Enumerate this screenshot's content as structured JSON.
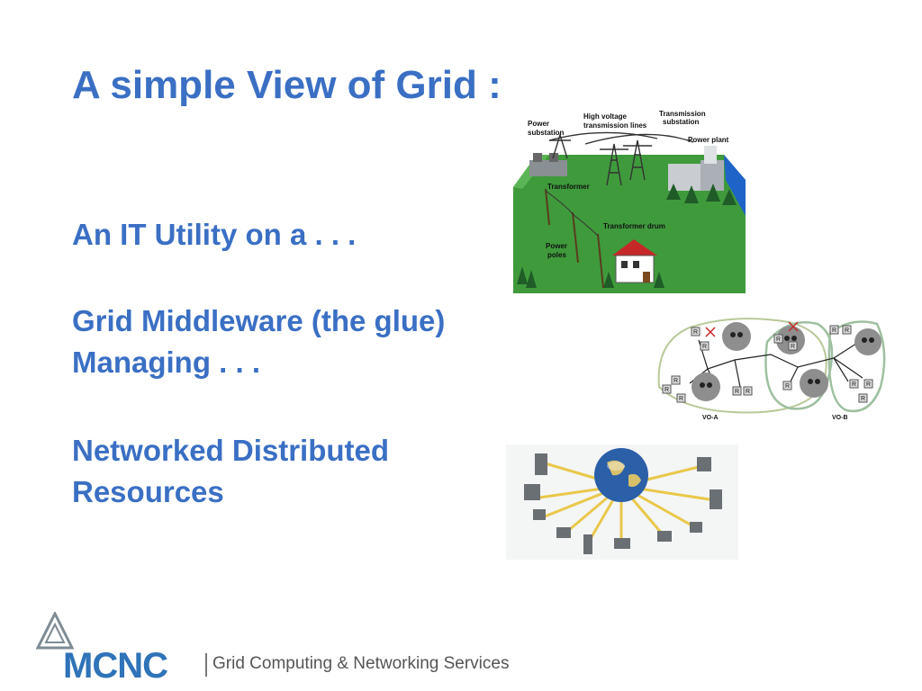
{
  "slide": {
    "title": "A simple View of Grid :",
    "line1": "An IT Utility on a . . .",
    "line2a": "Grid Middleware (the glue)",
    "line2b": "Managing . . .",
    "line3a": "Networked Distributed",
    "line3b": "Resources"
  },
  "power_grid_figure": {
    "labels": {
      "power_substation_1": "Power",
      "power_substation_2": "substation",
      "high_voltage_1": "High voltage",
      "high_voltage_2": "transmission lines",
      "transmission_sub_1": "Transmission",
      "transmission_sub_2": "substation",
      "power_plant": "Power plant",
      "transformer": "Transformer",
      "transformer_drum": "Transformer drum",
      "power_poles_1": "Power",
      "power_poles_2": "poles"
    }
  },
  "middleware_figure": {
    "resource_label": "R",
    "vo_a": "VO-A",
    "vo_b": "VO-B"
  },
  "footer": {
    "logo_word": "MCNC",
    "tagline": "Grid Computing & Networking Services"
  },
  "colors": {
    "title_blue": "#3a6fc4",
    "logo_blue": "#2f73b8",
    "grass": "#3f9a3c",
    "sky_blue": "#1e63c8"
  }
}
